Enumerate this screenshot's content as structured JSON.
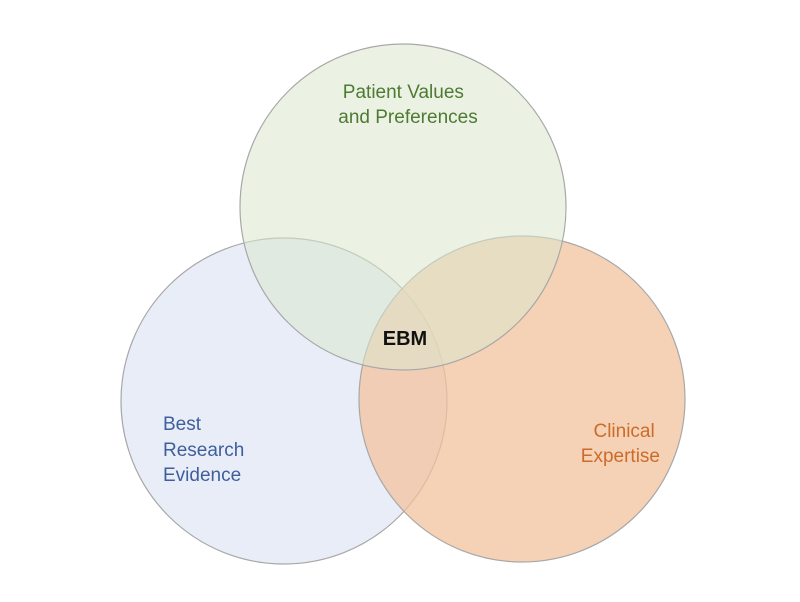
{
  "diagram": {
    "type": "venn",
    "colors": {
      "patient": "#dbe8cd",
      "patient_text": "#4e7a32",
      "research": "#e1e7f4",
      "research_text": "#3e5f9c",
      "clinical": "#f2c19d",
      "clinical_text": "#cc6c2a",
      "stroke": "#a8a8a8",
      "center_text": "#111111"
    },
    "sets": {
      "patient": {
        "label_lines": [
          "Patient Values",
          "and Preferences"
        ]
      },
      "research": {
        "label_lines": [
          "Best",
          "Research",
          "Evidence"
        ]
      },
      "clinical": {
        "label_lines": [
          "Clinical",
          "Expertise"
        ]
      }
    },
    "center_label": "EBM"
  }
}
